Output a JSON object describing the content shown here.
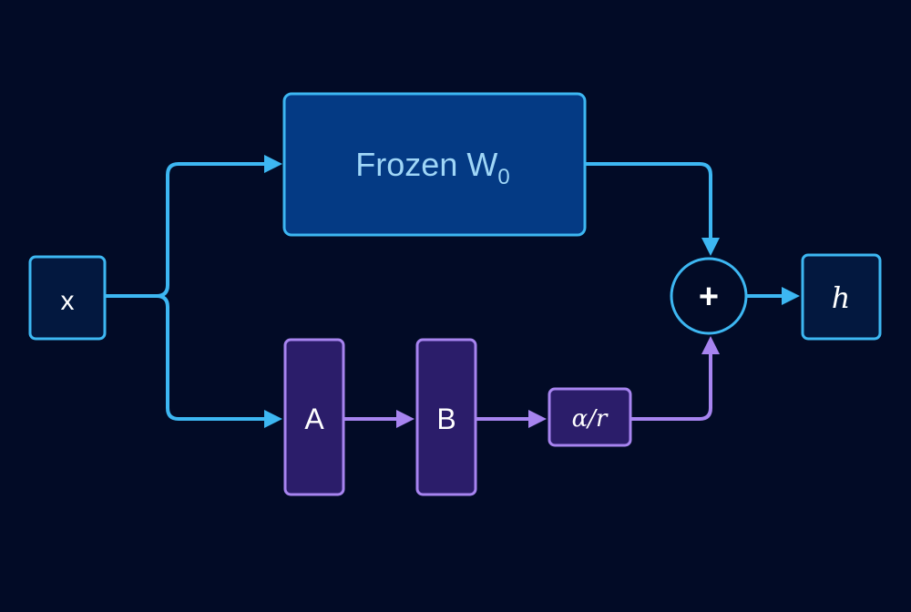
{
  "diagram": {
    "input_label": "x",
    "output_label": "h",
    "frozen_label": "Frozen W",
    "frozen_subscript": "0",
    "adapter_a_label": "A",
    "adapter_b_label": "B",
    "scale_label": "α/r",
    "sum_symbol": "+"
  },
  "colors": {
    "background": "#020b26",
    "frozen_path": "#3db7f2",
    "adapter_path": "#a784f0",
    "frozen_fill": "#043a84",
    "frozen_text": "#9fd6f7",
    "adapter_fill": "#2b1d6a",
    "node_fill": "#03183f",
    "text": "#ffffff"
  }
}
